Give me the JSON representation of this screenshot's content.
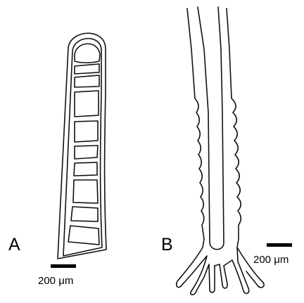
{
  "figure": {
    "panels": [
      {
        "label": "A",
        "scale_bar_text": "200 μm"
      },
      {
        "label": "B",
        "scale_bar_text": "200 μm"
      }
    ]
  }
}
